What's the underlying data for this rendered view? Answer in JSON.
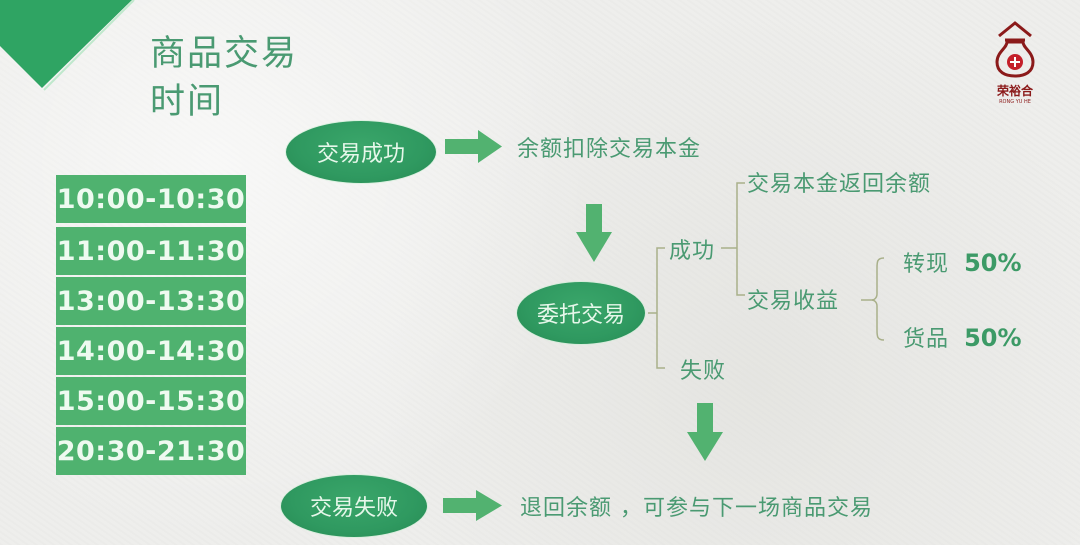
{
  "title": {
    "line1": "商品交易",
    "line2": "时间"
  },
  "logo": {
    "name": "荣裕合",
    "subtitle": "RONG YU HE"
  },
  "time_slots": [
    "10:00-10:30",
    "11:00-11:30",
    "13:00-13:30",
    "14:00-14:30",
    "15:00-15:30",
    "20:30-21:30"
  ],
  "flow": {
    "success_node": "交易成功",
    "success_result": "余额扣除交易本金",
    "entrust_node": "委托交易",
    "branch_success": "成功",
    "branch_fail": "失败",
    "principal_return": "交易本金返回余额",
    "profit": "交易收益",
    "cash_label": "转现",
    "cash_pct": "50%",
    "goods_label": "货品",
    "goods_pct": "50%",
    "fail_node": "交易失败",
    "fail_result": "退回余额 ，可参与下一场商品交易"
  },
  "colors": {
    "primary_green": "#2f9960",
    "slot_green": "#4fb26f",
    "text_green": "#4a9a72",
    "bracket": "#a9b08a",
    "logo_red": "#8b1a1a"
  }
}
